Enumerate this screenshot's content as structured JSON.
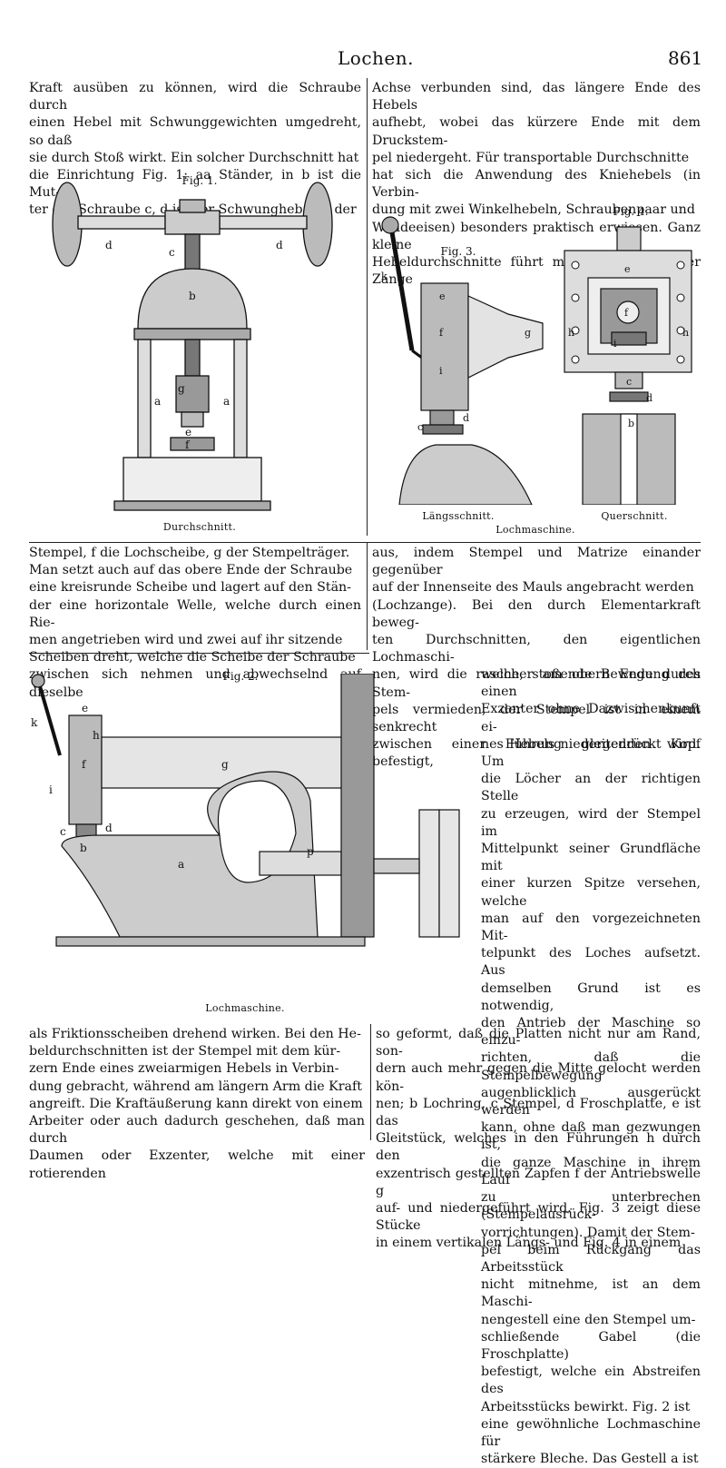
{
  "header": {
    "title": "Lochen.",
    "page_number": "861"
  },
  "col_left_top": [
    "Kraft ausüben zu können, wird die Schraube durch",
    "einen Hebel mit Schwunggewichten umgedreht, so daß",
    "sie durch Stoß wirkt. Ein solcher Durchschnitt hat",
    "die Einrichtung Fig. 1: aa Ständer, in b ist die Mut-",
    "ter der Schraube c, d ist der Schwunghebel, e der"
  ],
  "col_right_top": [
    "Achse verbunden sind, das längere Ende des Hebels",
    "aufhebt, wobei das kürzere Ende mit dem Druckstem-",
    "pel niedergeht. Für transportable Durchschnitte",
    "hat sich die Anwendung des Kniehebels (in Verbin-",
    "dung mit zwei Winkelhebeln, Schraubenpaar und",
    "Wendeeisen) besonders praktisch erwiesen. Ganz kleine",
    "Hebeldurchschnitte führt man in Gestalt einer Zange"
  ],
  "fig1": {
    "title": "Fig. 1.",
    "caption": "Durchschnitt.",
    "labels": [
      "d",
      "c",
      "d",
      "b",
      "a",
      "g",
      "a",
      "e",
      "f"
    ]
  },
  "fig34": {
    "fig3_title": "Fig. 3.",
    "fig4_title": "Fig. 4.",
    "fig3_caption": "Längsschnitt.",
    "fig4_caption": "Querschnitt.",
    "shared_caption": "Lochmaschine.",
    "fig3_labels": [
      "k",
      "e",
      "f",
      "i",
      "g",
      "c",
      "d"
    ],
    "fig4_labels": [
      "e",
      "f",
      "h",
      "h",
      "i",
      "c",
      "d",
      "b"
    ]
  },
  "col_left_mid": [
    "Stempel, f die Lochscheibe, g der Stempelträger.",
    "Man setzt auch auf das obere Ende der Schraube",
    "eine kreisrunde Scheibe und lagert auf den Stän-",
    "der eine horizontale Welle, welche durch einen Rie-",
    "men angetrieben wird und zwei auf ihr sitzende",
    "Scheiben dreht, welche die Scheibe der Schraube",
    "zwischen sich nehmen und abwechselnd auf dieselbe"
  ],
  "col_right_mid": [
    "aus, indem Stempel und Matrize einander gegenüber",
    "auf der Innenseite des Mauls angebracht werden",
    "(Lochzange). Bei den durch Elementarkraft beweg-",
    "ten Durchschnitten, den eigentlichen Lochmaschi-",
    "nen, wird die rasche, stoßende Bewegung des Stem-",
    "pels vermieden, der Stempel ist in einem senkrecht",
    "zwischen einer Führung gleitenden Kopf befestigt,"
  ],
  "col_right_narrow": [
    "welcher am obern Ende durch einen",
    "Exzenter ohne Dazwischenkunft ei-",
    "nes Hebels niedergedrückt wird. Um",
    "die Löcher an der richtigen Stelle",
    "zu erzeugen, wird der Stempel im",
    "Mittelpunkt seiner Grundfläche mit",
    "einer kurzen Spitze versehen, welche",
    "man auf den vorgezeichneten Mit-",
    "telpunkt des Loches aufsetzt. Aus",
    "demselben Grund ist es notwendig,",
    "den Antrieb der Maschine so einzu-",
    "richten, daß die Stempelbewegung",
    "augenblicklich ausgerückt werden",
    "kann, ohne daß man gezwungen ist,",
    "die ganze Maschine in ihrem Lauf",
    "zu unterbrechen (Stempelausrück-",
    "vorrichtungen). Damit der Stem-",
    "pel beim Rückgang das Arbeitsstück",
    "nicht mitnehme, ist an dem Maschi-",
    "nengestell eine den Stempel um-",
    "schließende Gabel (die Froschplatte)",
    "befestigt, welche ein Abstreifen des",
    "Arbeitsstücks bewirkt. Fig. 2 ist",
    "eine gewöhnliche Lochmaschine für",
    "stärkere Bleche. Das Gestell a ist"
  ],
  "fig2": {
    "title": "Fig. 2.",
    "caption": "Lochmaschine.",
    "labels": [
      "k",
      "e",
      "h",
      "f",
      "g",
      "i",
      "c",
      "d",
      "b",
      "a",
      "p"
    ]
  },
  "col_left_bottom": [
    "als Friktionsscheiben drehend wirken. Bei den He-",
    "beldurchschnitten ist der Stempel mit dem kür-",
    "zern Ende eines zweiarmigen Hebels in Verbin-",
    "dung gebracht, während am längern Arm die Kraft",
    "angreift. Die Kraftäußerung kann direkt von einem",
    "Arbeiter oder auch dadurch geschehen, daß man durch",
    "Daumen oder Exzenter, welche mit einer rotierenden"
  ],
  "col_right_bottom": [
    "so geformt, daß die Platten nicht nur am Rand, son-",
    "dern auch mehr gegen die Mitte gelocht werden kön-",
    "nen; b Lochring, c Stempel, d Froschplatte, e ist das",
    "Gleitstück, welches in den Führungen h durch den",
    "exzentrisch gestellten Zapfen f der Antriebswelle g",
    "auf- und niedergeführt wird. Fig. 3 zeigt diese Stücke",
    "in einem vertikalen Längs- und Fig. 4 in einem"
  ]
}
